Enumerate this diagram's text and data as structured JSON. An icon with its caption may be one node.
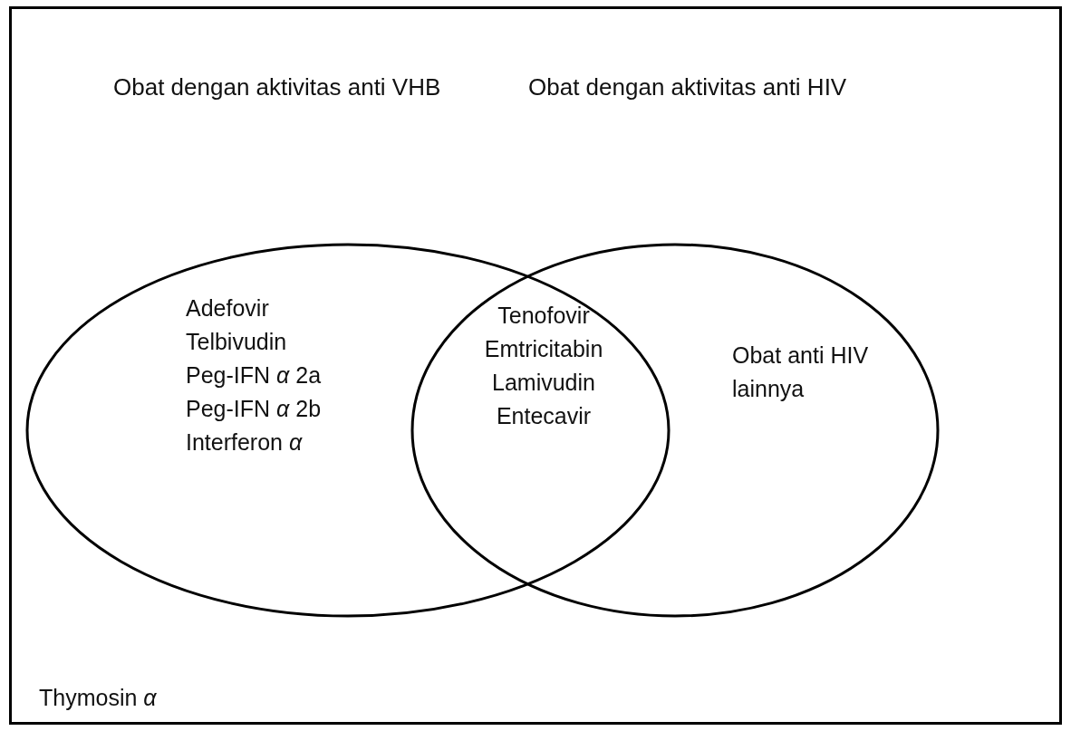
{
  "diagram": {
    "nodes": [
      {
        "text": [
          "Obat dengan aktivitas anti VHB",
          "Adefovir",
          "Telbivudin",
          "Peg-IFN *α* 2a",
          "Peg-IFN *α* 2b",
          "Interferon *α*"
        ]
      },
      {
        "text": [
          "Obat dengan aktivitas anti HIV",
          "Obat anti HIV lainnya"
        ]
      },
      {
        "text": [
          "Tenofovir",
          "Emtricitabin",
          "Lamivudin",
          "Entecavir"
        ]
      }
    ],
    "labels": [
      "Thymosin *α*"
    ]
  }
}
